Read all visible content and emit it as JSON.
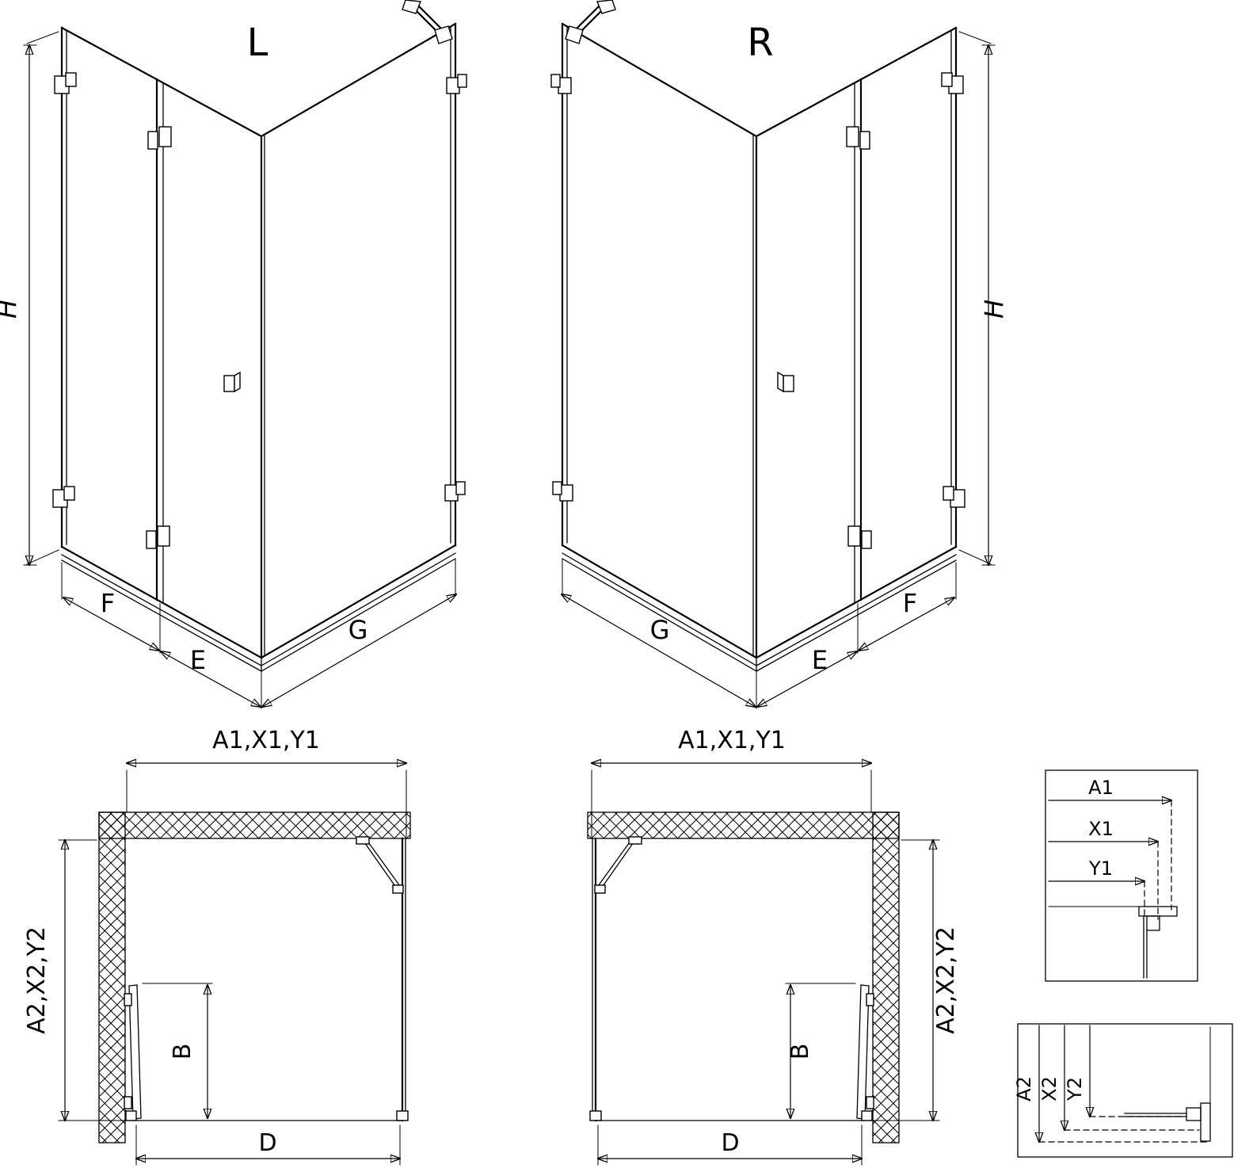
{
  "colors": {
    "line": "#000000",
    "background": "#ffffff"
  },
  "views": {
    "l3d": {
      "title": "L",
      "dim_height": "H",
      "dim_fixed_side": "F",
      "dim_door": "E",
      "dim_return_panel": "G"
    },
    "r3d": {
      "title": "R",
      "dim_height": "H",
      "dim_fixed_side": "F",
      "dim_door": "E",
      "dim_return_panel": "G"
    },
    "lplan": {
      "dim_top": "A1,X1,Y1",
      "dim_side": "A2,X2,Y2",
      "dim_door_width": "B",
      "dim_entry": "D"
    },
    "rplan": {
      "dim_top": "A1,X1,Y1",
      "dim_side": "A2,X2,Y2",
      "dim_door_width": "B",
      "dim_entry": "D"
    },
    "detail_width": {
      "labels": [
        "A1",
        "X1",
        "Y1"
      ]
    },
    "detail_depth": {
      "labels": [
        "A2",
        "X2",
        "Y2"
      ]
    }
  }
}
